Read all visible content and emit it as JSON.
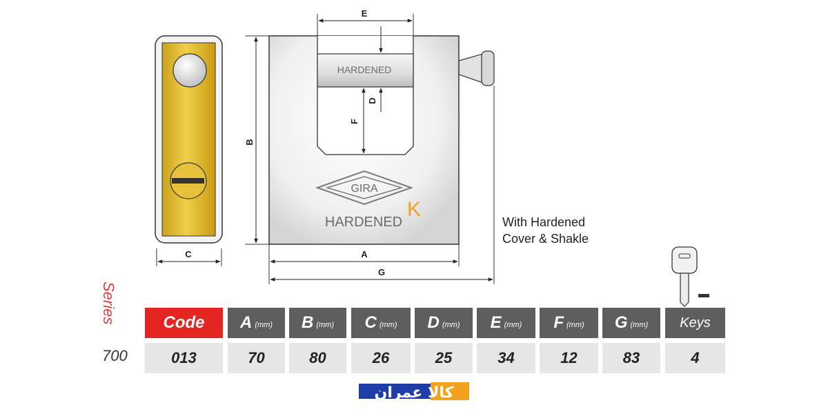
{
  "drawing": {
    "dim_labels": {
      "A": "A",
      "B": "B",
      "C": "C",
      "D": "D",
      "E": "E",
      "F": "F",
      "G": "G"
    },
    "shackle_stamp": "HARDENED",
    "logo_text": "GIRA",
    "body_stamp": "HARDENED",
    "k_mark": "K"
  },
  "note": {
    "line1": "With Hardened",
    "line2": "Cover & Shakle"
  },
  "series": {
    "label": "Series",
    "number": "700"
  },
  "table": {
    "headers": [
      {
        "letter": "Code",
        "unit": ""
      },
      {
        "letter": "A",
        "unit": "(mm)"
      },
      {
        "letter": "B",
        "unit": "(mm)"
      },
      {
        "letter": "C",
        "unit": "(mm)"
      },
      {
        "letter": "D",
        "unit": "(mm)"
      },
      {
        "letter": "E",
        "unit": "(mm)"
      },
      {
        "letter": "F",
        "unit": "(mm)"
      },
      {
        "letter": "G",
        "unit": "(mm)"
      },
      {
        "letter": "Keys",
        "unit": ""
      }
    ],
    "values": [
      "013",
      "70",
      "80",
      "26",
      "25",
      "34",
      "12",
      "83",
      "4"
    ]
  },
  "brand": {
    "text": "کالا عمران"
  },
  "colors": {
    "code_header": "#e42521",
    "header": "#5e5e5e",
    "cell": "#e6e6e6",
    "brass": "#e0b62a",
    "series": "#e03a3a"
  }
}
